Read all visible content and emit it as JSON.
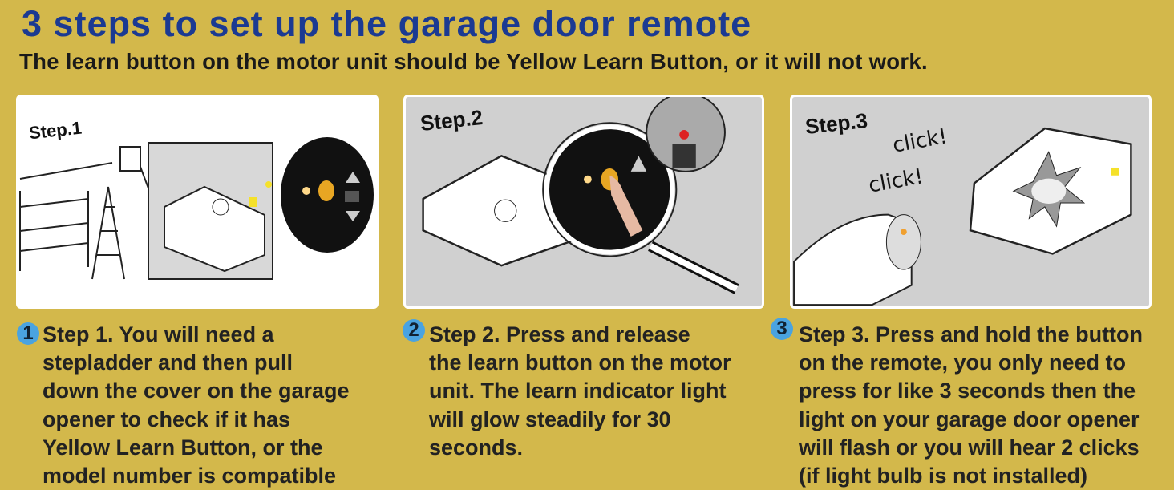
{
  "title": "3 steps to set up the garage door remote",
  "subtitle": "The learn button on the motor unit should be Yellow Learn Button, or it will not work.",
  "panels": [
    {
      "label": "Step.1"
    },
    {
      "label": "Step.2"
    },
    {
      "label": "Step.3",
      "sounds": [
        "click!",
        "click!"
      ]
    }
  ],
  "steps": [
    {
      "number": "1",
      "lines": [
        "Step 1. You will need a",
        "stepladder and then pull",
        "down the cover on the garage",
        "opener to check if it has",
        "Yellow Learn Button, or the",
        "model number is compatible"
      ]
    },
    {
      "number": "2",
      "lines": [
        "Step 2. Press and release",
        "the learn button on the motor",
        "unit. The learn indicator light",
        "will glow steadily for 30",
        "seconds."
      ]
    },
    {
      "number": "3",
      "lines": [
        "Step 3. Press and hold the button",
        "on the remote, you only need to",
        "press for like 3 seconds then the",
        "light on your garage door opener",
        "will flash or you will hear 2 clicks",
        "(if light bulb is not installed)"
      ]
    }
  ],
  "colors": {
    "background": "#d3b84b",
    "title": "#1b3a92",
    "badge": "#4aa3e0",
    "learn_button": "#e8a623"
  }
}
